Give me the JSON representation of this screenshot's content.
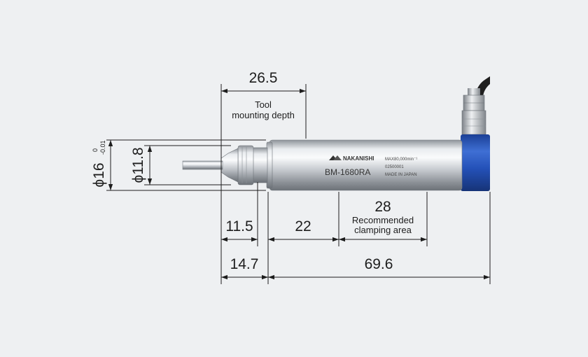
{
  "dimensions": {
    "tool_depth": "26.5",
    "tool_depth_label_line1": "Tool",
    "tool_depth_label_line2": "mounting depth",
    "d11_5": "11.5",
    "d22": "22",
    "d28": "28",
    "clamp_label_line1": "Recommended",
    "clamp_label_line2": "clamping area",
    "d14_7": "14.7",
    "d69_6": "69.6",
    "dia_16": "ϕ16",
    "tol_upper": "0",
    "tol_lower": "-0.01",
    "dia_11_8": "ϕ11.8"
  },
  "product": {
    "brand": "NAKANISHI",
    "model": "BM-1680RA",
    "max_speed": "MAX80,000min⁻¹",
    "serial": "02500001",
    "origin": "MADE IN JAPAN"
  },
  "colors": {
    "background": "#eef0f2",
    "accent_blue": "#2451b8",
    "line": "#1d1d1d",
    "steel": "#c9cdd2"
  }
}
